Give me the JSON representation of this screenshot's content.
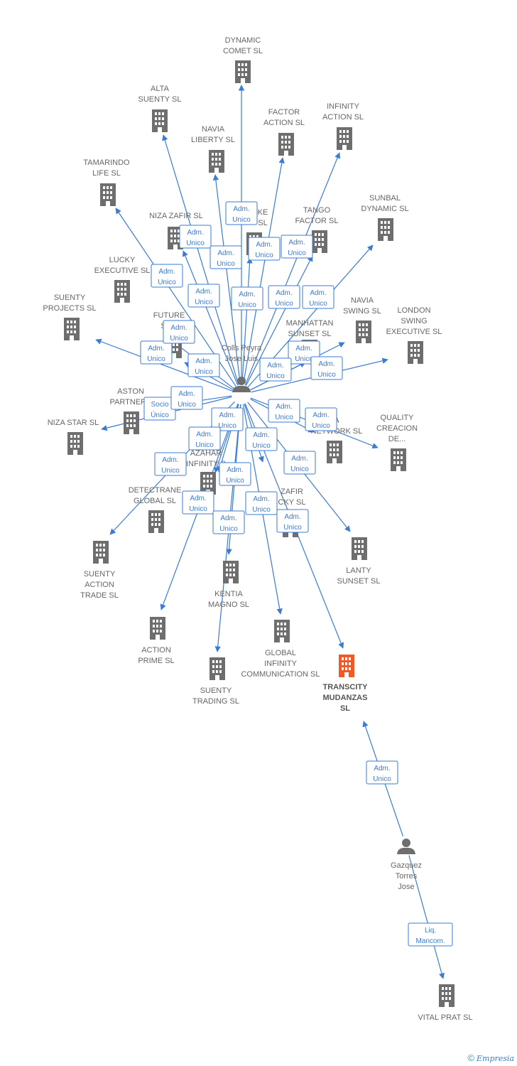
{
  "colors": {
    "edge": "#3a7bd5",
    "node": "#6e6e6e",
    "highlight": "#f05a28"
  },
  "people": [
    {
      "id": "colls",
      "label": [
        "Colls Peyra",
        "Jose Luis"
      ]
    },
    {
      "id": "gazquez",
      "label": [
        "Gazquez",
        "Torres",
        "Jose"
      ]
    }
  ],
  "companies": [
    {
      "id": "dynamic-comet",
      "label": [
        "DYNAMIC",
        "COMET SL"
      ]
    },
    {
      "id": "alta-suenty",
      "label": [
        "ALTA",
        "SUENTY SL"
      ]
    },
    {
      "id": "factor-action",
      "label": [
        "FACTOR",
        "ACTION SL"
      ]
    },
    {
      "id": "infinity-action",
      "label": [
        "INFINITY",
        "ACTION SL"
      ]
    },
    {
      "id": "navia-liberty",
      "label": [
        "NAVIA",
        "LIBERTY SL"
      ]
    },
    {
      "id": "tamarindo-life",
      "label": [
        "TAMARINDO",
        "LIFE SL"
      ]
    },
    {
      "id": "sunbal-dynamic",
      "label": [
        "SUNBAL",
        "DYNAMIC SL"
      ]
    },
    {
      "id": "tango-factor",
      "label": [
        "TANGO",
        "FACTOR SL"
      ]
    },
    {
      "id": "niza-zafir",
      "label": [
        "NIZA ZAFIR SL"
      ]
    },
    {
      "id": "ke-sl",
      "label": [
        "KE",
        "SL"
      ]
    },
    {
      "id": "lucky-executive",
      "label": [
        "LUCKY",
        "EXECUTIVE SL"
      ]
    },
    {
      "id": "suenty-projects",
      "label": [
        "SUENTY",
        "PROJECTS SL"
      ]
    },
    {
      "id": "future-sun",
      "label": [
        "FUTURE",
        "SUN"
      ]
    },
    {
      "id": "navia-swing",
      "label": [
        "NAVIA",
        "SWING SL"
      ]
    },
    {
      "id": "london-swing",
      "label": [
        "LONDON",
        "SWING",
        "EXECUTIVE SL"
      ]
    },
    {
      "id": "manhattan-sunset",
      "label": [
        "MANHATTAN",
        "SUNSET SL"
      ]
    },
    {
      "id": "aston-partners",
      "label": [
        "ASTON",
        "PARTNERS"
      ]
    },
    {
      "id": "niza-star",
      "label": [
        "NIZA STAR SL"
      ]
    },
    {
      "id": "a-network",
      "label": [
        "A",
        "NETWORK SL"
      ]
    },
    {
      "id": "quality-creacion",
      "label": [
        "QUALITY",
        "CREACION",
        "DE..."
      ]
    },
    {
      "id": "azahar-infinity",
      "label": [
        "AZAHAR",
        "INFINITY S"
      ]
    },
    {
      "id": "detectrane-global",
      "label": [
        "DETECTRANE",
        "GLOBAL  SL"
      ]
    },
    {
      "id": "zafir-lucky",
      "label": [
        "ZAFIR",
        "CKY SL"
      ]
    },
    {
      "id": "suenty-action-trade",
      "label": [
        "SUENTY",
        "ACTION",
        "TRADE SL"
      ]
    },
    {
      "id": "lanty-sunset",
      "label": [
        "LANTY",
        "SUNSET SL"
      ]
    },
    {
      "id": "kentia-magno",
      "label": [
        "KENTIA",
        "MAGNO SL"
      ]
    },
    {
      "id": "global-infinity",
      "label": [
        "GLOBAL",
        "INFINITY",
        "COMMUNICATION SL"
      ]
    },
    {
      "id": "action-prime",
      "label": [
        "ACTION",
        "PRIME SL"
      ]
    },
    {
      "id": "transcity",
      "label": [
        "TRANSCITY",
        "MUDANZAS",
        "SL"
      ],
      "highlight": true
    },
    {
      "id": "suenty-trading",
      "label": [
        "SUENTY",
        "TRADING SL"
      ]
    },
    {
      "id": "vital-prat",
      "label": [
        "VITAL PRAT SL"
      ]
    }
  ],
  "roles": [
    {
      "id": "r1",
      "text": [
        "Adm.",
        "Unico"
      ]
    },
    {
      "id": "r2",
      "text": [
        "Adm.",
        "Unico"
      ]
    },
    {
      "id": "r3",
      "text": [
        "Adm.",
        "Unico"
      ]
    },
    {
      "id": "r4",
      "text": [
        "Adm.",
        "Unico"
      ]
    },
    {
      "id": "r5",
      "text": [
        "Adm.",
        "Unico"
      ]
    },
    {
      "id": "r6",
      "text": [
        "Adm.",
        "Unico"
      ]
    },
    {
      "id": "r7",
      "text": [
        "Adm.",
        "Unico"
      ]
    },
    {
      "id": "r8",
      "text": [
        "Adm.",
        "Unico"
      ]
    },
    {
      "id": "r9",
      "text": [
        "Adm.",
        "Unico"
      ]
    },
    {
      "id": "r10",
      "text": [
        "Adm.",
        "Unico"
      ]
    },
    {
      "id": "r11",
      "text": [
        "Adm.",
        "Unico"
      ]
    },
    {
      "id": "r12",
      "text": [
        "Adm.",
        "Unico"
      ]
    },
    {
      "id": "r13",
      "text": [
        "Adm.",
        "Unico"
      ]
    },
    {
      "id": "r14",
      "text": [
        "Adm.",
        "Unico"
      ]
    },
    {
      "id": "r15",
      "text": [
        "Adm.",
        "Unico"
      ]
    },
    {
      "id": "r16",
      "text": [
        "Adm.",
        "Unico"
      ]
    },
    {
      "id": "r17",
      "text": [
        "Socio",
        "Único"
      ]
    },
    {
      "id": "r18",
      "text": [
        "Adm.",
        "Unico"
      ]
    },
    {
      "id": "r19",
      "text": [
        "Adm.",
        "Unico"
      ]
    },
    {
      "id": "r20",
      "text": [
        "Adm.",
        "Unico"
      ]
    },
    {
      "id": "r21",
      "text": [
        "Adm.",
        "Unico"
      ]
    },
    {
      "id": "r22",
      "text": [
        "Adm.",
        "Unico"
      ]
    },
    {
      "id": "r23",
      "text": [
        "Adm.",
        "Unico"
      ]
    },
    {
      "id": "r24",
      "text": [
        "Adm.",
        "Unico"
      ]
    },
    {
      "id": "r25",
      "text": [
        "Adm.",
        "Unico"
      ]
    },
    {
      "id": "r26",
      "text": [
        "Adm.",
        "Unico"
      ]
    },
    {
      "id": "r27",
      "text": [
        "Adm.",
        "Unico"
      ]
    },
    {
      "id": "r28",
      "text": [
        "Adm.",
        "Unico"
      ]
    },
    {
      "id": "r29",
      "text": [
        "Adm.",
        "Unico"
      ]
    },
    {
      "id": "r30",
      "text": [
        "Adm.",
        "Unico"
      ]
    },
    {
      "id": "r31",
      "text": [
        "Adm.",
        "Unico"
      ]
    },
    {
      "id": "r32",
      "text": [
        "Liq.",
        "Mancom."
      ]
    }
  ],
  "footer": {
    "copyright": "©",
    "brand": "Empresia"
  }
}
